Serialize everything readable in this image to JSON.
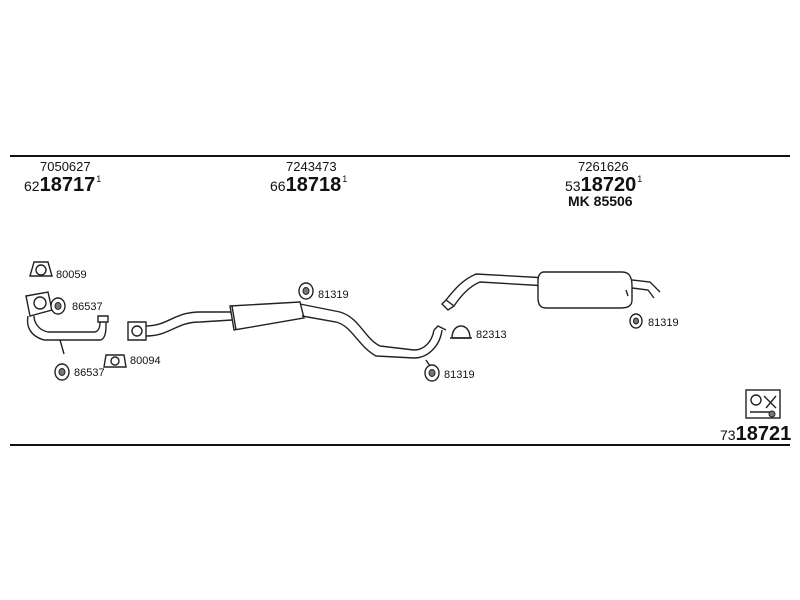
{
  "sections": [
    {
      "ref": "7050627",
      "prefix": "62",
      "number": "18717",
      "suffix": "1"
    },
    {
      "ref": "7243473",
      "prefix": "66",
      "number": "18718",
      "suffix": "1"
    },
    {
      "ref": "7261626",
      "prefix": "53",
      "number": "18720",
      "suffix": "1",
      "kit": "MK  85506"
    }
  ],
  "parts": {
    "p80059": "80059",
    "p86537_top": "86537",
    "p80094": "80094",
    "p86537_bottom": "86537",
    "p81319_a": "81319",
    "p81319_b": "81319",
    "p82313": "82313",
    "p81319_c": "81319"
  },
  "footer": {
    "prefix": "73",
    "number": "18721"
  }
}
